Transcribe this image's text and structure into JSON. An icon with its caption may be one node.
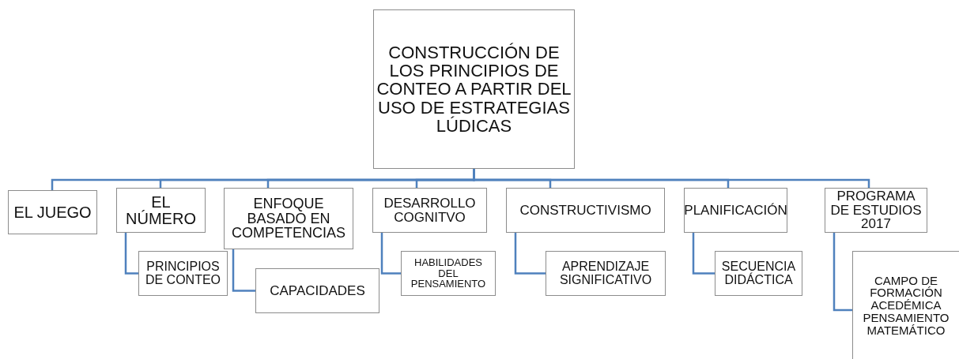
{
  "diagram": {
    "nodes": [
      {
        "text": [
          "CONSTRUCCIÓN DE LOS PRINCIPIOS DE CONTEO A PARTIR DEL USO DE ESTRATEGIAS LÚDICAS"
        ]
      },
      {
        "text": [
          "EL JUEGO"
        ]
      },
      {
        "text": [
          "EL NÚMERO"
        ]
      },
      {
        "text": [
          "ENFOQUE BASADO EN COMPETENCIAS"
        ]
      },
      {
        "text": [
          "DESARROLLO COGNITVO"
        ]
      },
      {
        "text": [
          "CONSTRUCTIVISMO"
        ]
      },
      {
        "text": [
          "PLANIFICACIÓN"
        ]
      },
      {
        "text": [
          "PROGRAMA DE ESTUDIOS 2017"
        ]
      },
      {
        "text": [
          "PRINCIPIOS DE CONTEO"
        ]
      },
      {
        "text": [
          "CAPACIDADES"
        ]
      },
      {
        "text": [
          "HABILIDADES DEL PENSAMIENTO"
        ]
      },
      {
        "text": [
          "APRENDIZAJE SIGNIFICATIVO"
        ]
      },
      {
        "text": [
          "SECUENCIA DIDÁCTICA"
        ]
      },
      {
        "text": [
          "CAMPO DE FORMACIÓN ACEDÉMICA PENSAMIENTO MATEMÁTICO"
        ]
      }
    ],
    "edges": [
      {
        "from": 0,
        "to": 1,
        "arrow": "none"
      },
      {
        "from": 0,
        "to": 2,
        "arrow": "none"
      },
      {
        "from": 0,
        "to": 3,
        "arrow": "none"
      },
      {
        "from": 0,
        "to": 4,
        "arrow": "none"
      },
      {
        "from": 0,
        "to": 5,
        "arrow": "none"
      },
      {
        "from": 0,
        "to": 6,
        "arrow": "none"
      },
      {
        "from": 0,
        "to": 7,
        "arrow": "none"
      },
      {
        "from": 2,
        "to": 8,
        "arrow": "none"
      },
      {
        "from": 3,
        "to": 9,
        "arrow": "none"
      },
      {
        "from": 4,
        "to": 10,
        "arrow": "none"
      },
      {
        "from": 5,
        "to": 11,
        "arrow": "none"
      },
      {
        "from": 6,
        "to": 12,
        "arrow": "none"
      },
      {
        "from": 7,
        "to": 13,
        "arrow": "none"
      }
    ]
  }
}
